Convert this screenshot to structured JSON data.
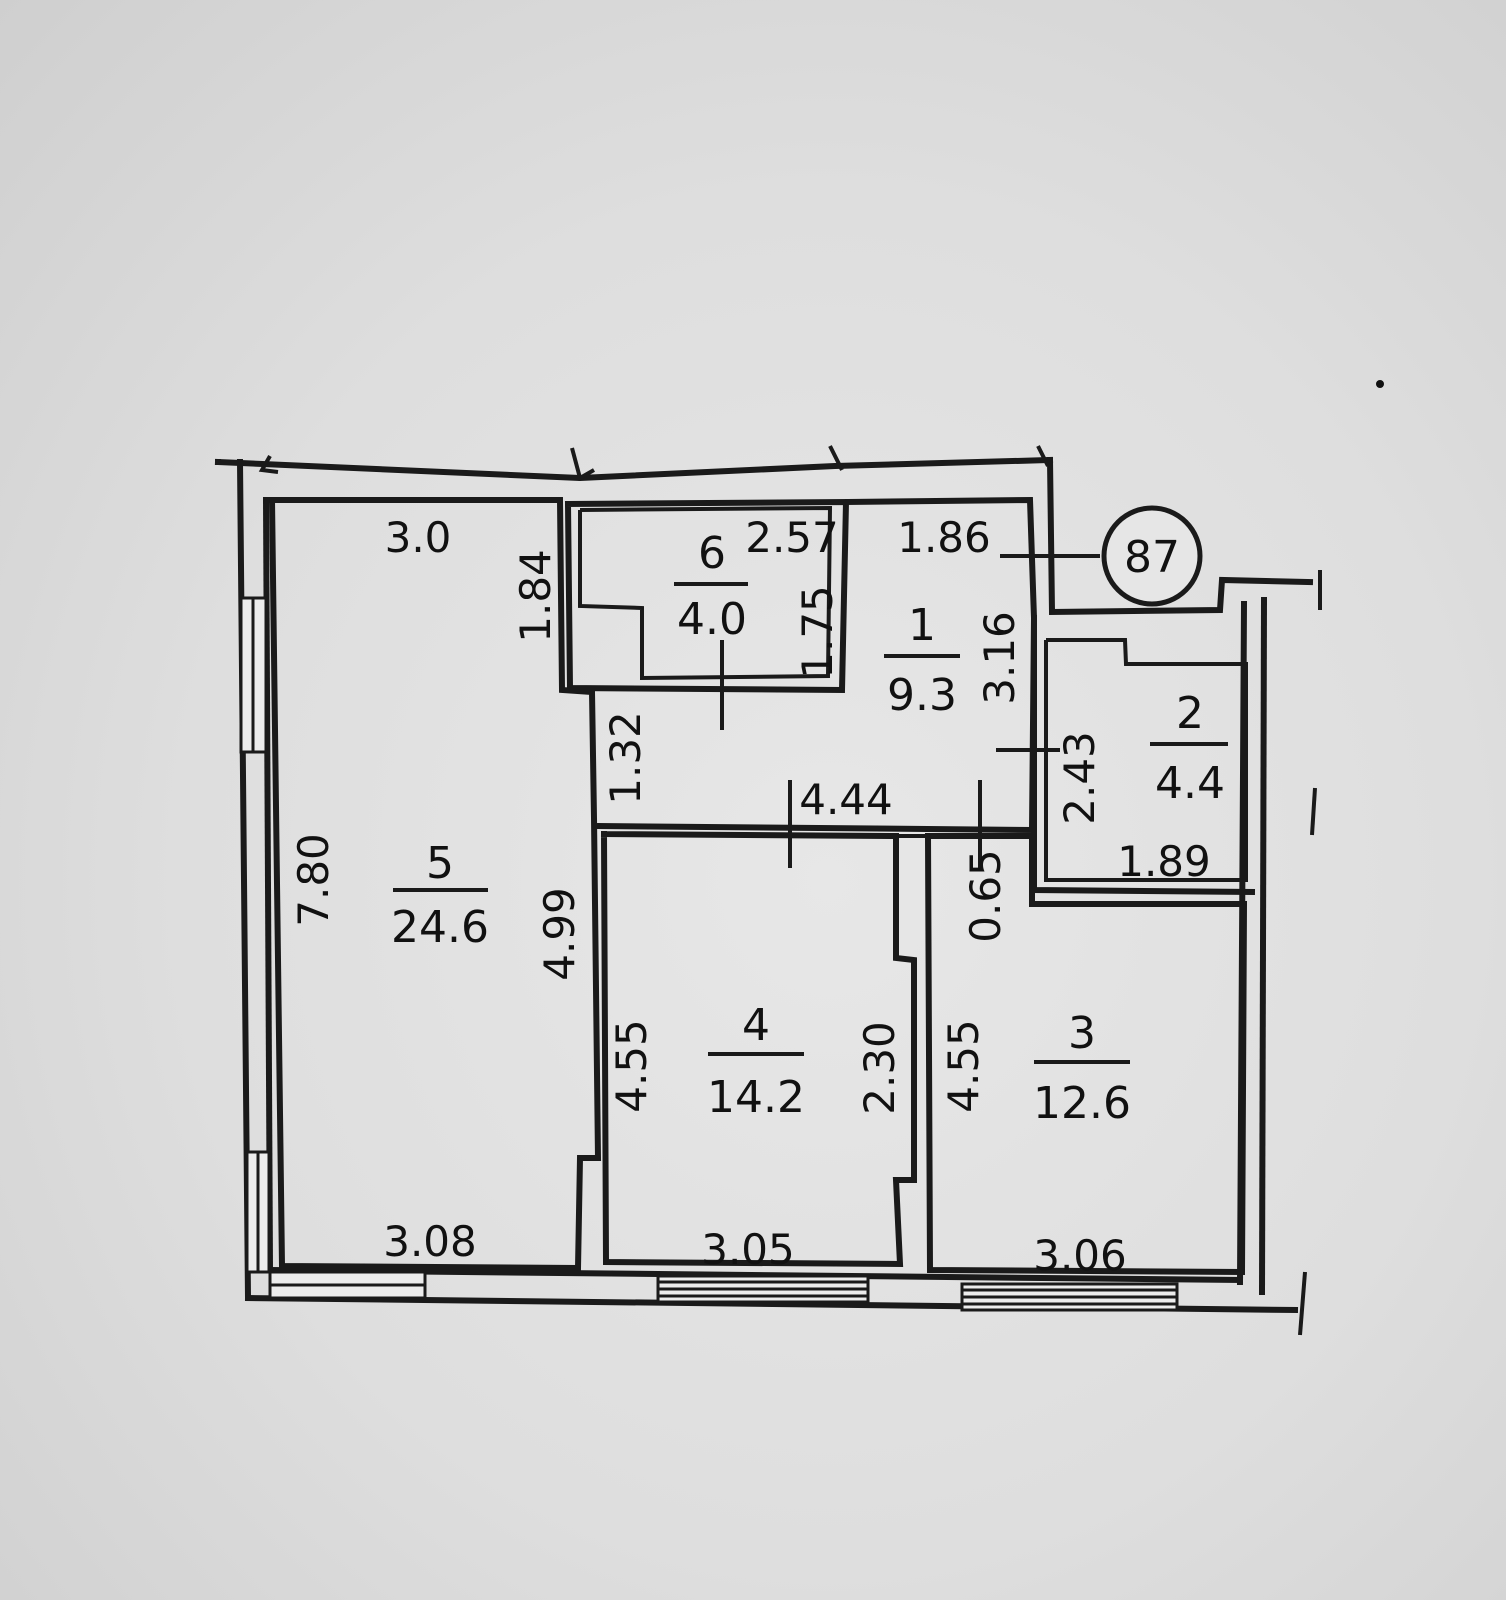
{
  "apartment": {
    "number": "87"
  },
  "rooms": [
    {
      "id": "5",
      "area": "24.6"
    },
    {
      "id": "6",
      "area": "4.0"
    },
    {
      "id": "1",
      "area": "9.3"
    },
    {
      "id": "2",
      "area": "4.4"
    },
    {
      "id": "4",
      "area": "14.2"
    },
    {
      "id": "3",
      "area": "12.6"
    }
  ],
  "dimensions": {
    "room5_top": "3.0",
    "room5_closet_h": "1.84",
    "room5_left": "7.80",
    "room5_right": "4.99",
    "room5_bottom": "3.08",
    "room6_top": "2.57",
    "room6_h": "1.75",
    "hall_top": "1.86",
    "hall_right": "3.16",
    "hall_left": "1.32",
    "hall_bottom": "4.44",
    "room2_h": "2.43",
    "room2_bottom": "1.89",
    "room3_step": "0.65",
    "room4_left": "4.55",
    "room4_right": "2.30",
    "room4_bottom": "3.05",
    "room3_left": "4.55",
    "room3_bottom": "3.06"
  }
}
